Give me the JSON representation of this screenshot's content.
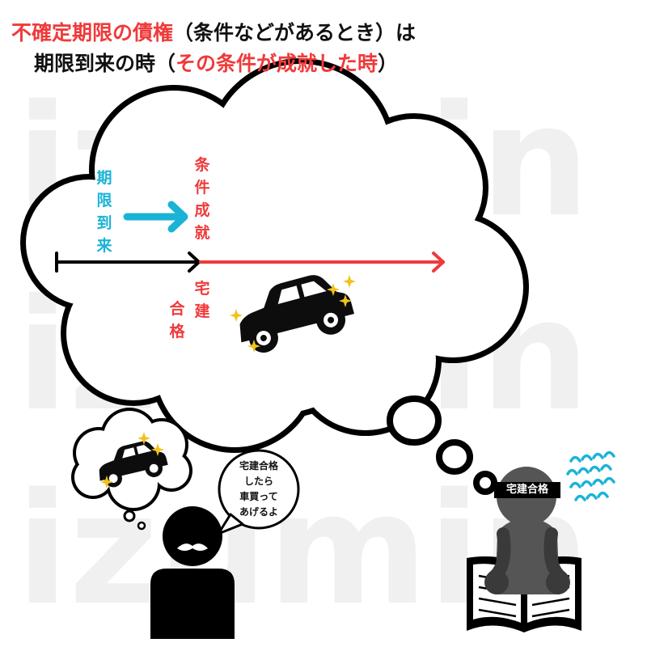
{
  "title": {
    "line1_red": "不確定期限の債権",
    "line1_black": "（条件などがあるとき）は",
    "line2_black": "期限到来の時（",
    "line2_red": "その条件が成就した時",
    "line2_close": "）"
  },
  "watermark": "izumin",
  "timeline": {
    "label_kigen": "期限到来",
    "label_jouken": "条件成就",
    "label_takken": "宅建",
    "label_goukaku": "合格"
  },
  "speech": {
    "line1": "宅建合格",
    "line2": "したら",
    "line3": "車買って",
    "line4": "あげるよ"
  },
  "headband": "宅建合格",
  "colors": {
    "red": "#f03a3a",
    "blue": "#1ab3d6",
    "gold": "#f2c21b",
    "gray": "#5a5a5a"
  }
}
